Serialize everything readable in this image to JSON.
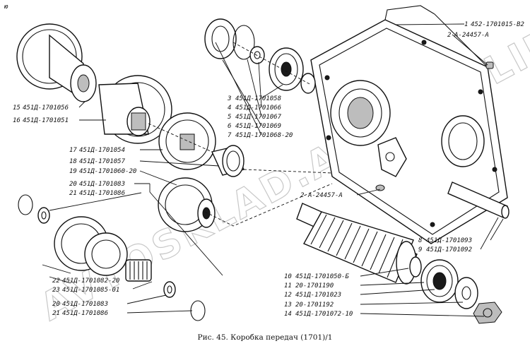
{
  "figure": {
    "caption": "Рис. 45. Коробка передач (1701)/1",
    "corner_mark": "ю",
    "watermark": "AVTOSKLAD.ACAT.ONLINE"
  },
  "callouts": [
    {
      "num": "1",
      "code": "452-1701015-B2"
    },
    {
      "num": "2",
      "code": "А-24457-А"
    },
    {
      "num": "3",
      "code": "451Д-1701058"
    },
    {
      "num": "4",
      "code": "451Д-1701066"
    },
    {
      "num": "5",
      "code": "451Д-1701067"
    },
    {
      "num": "6",
      "code": "451Д-1701069"
    },
    {
      "num": "7",
      "code": "451Д-1701068-20"
    },
    {
      "num": "2",
      "code": "А-24457-А"
    },
    {
      "num": "8",
      "code": "451Д-1701093"
    },
    {
      "num": "9",
      "code": "451Д-1701092"
    },
    {
      "num": "10",
      "code": "451Д-1701050-Б"
    },
    {
      "num": "11",
      "code": "20-1701190"
    },
    {
      "num": "12",
      "code": "451Д-1701023"
    },
    {
      "num": "13",
      "code": "20-1701192"
    },
    {
      "num": "14",
      "code": "451Д-1701072-10"
    },
    {
      "num": "15",
      "code": "451Д-1701056"
    },
    {
      "num": "16",
      "code": "451Д-1701051"
    },
    {
      "num": "17",
      "code": "451Д-1701054"
    },
    {
      "num": "18",
      "code": "451Д-1701057"
    },
    {
      "num": "19",
      "code": "451Д-1701060-20"
    },
    {
      "num": "20",
      "code": "451Д-1701083"
    },
    {
      "num": "21",
      "code": "451Д-1701086"
    },
    {
      "num": "22",
      "code": "451Д-1701082-20"
    },
    {
      "num": "23",
      "code": "451Д-1701085-01"
    },
    {
      "num": "20",
      "code": "451Д-1701083"
    },
    {
      "num": "21",
      "code": "451Д-1701086"
    }
  ]
}
